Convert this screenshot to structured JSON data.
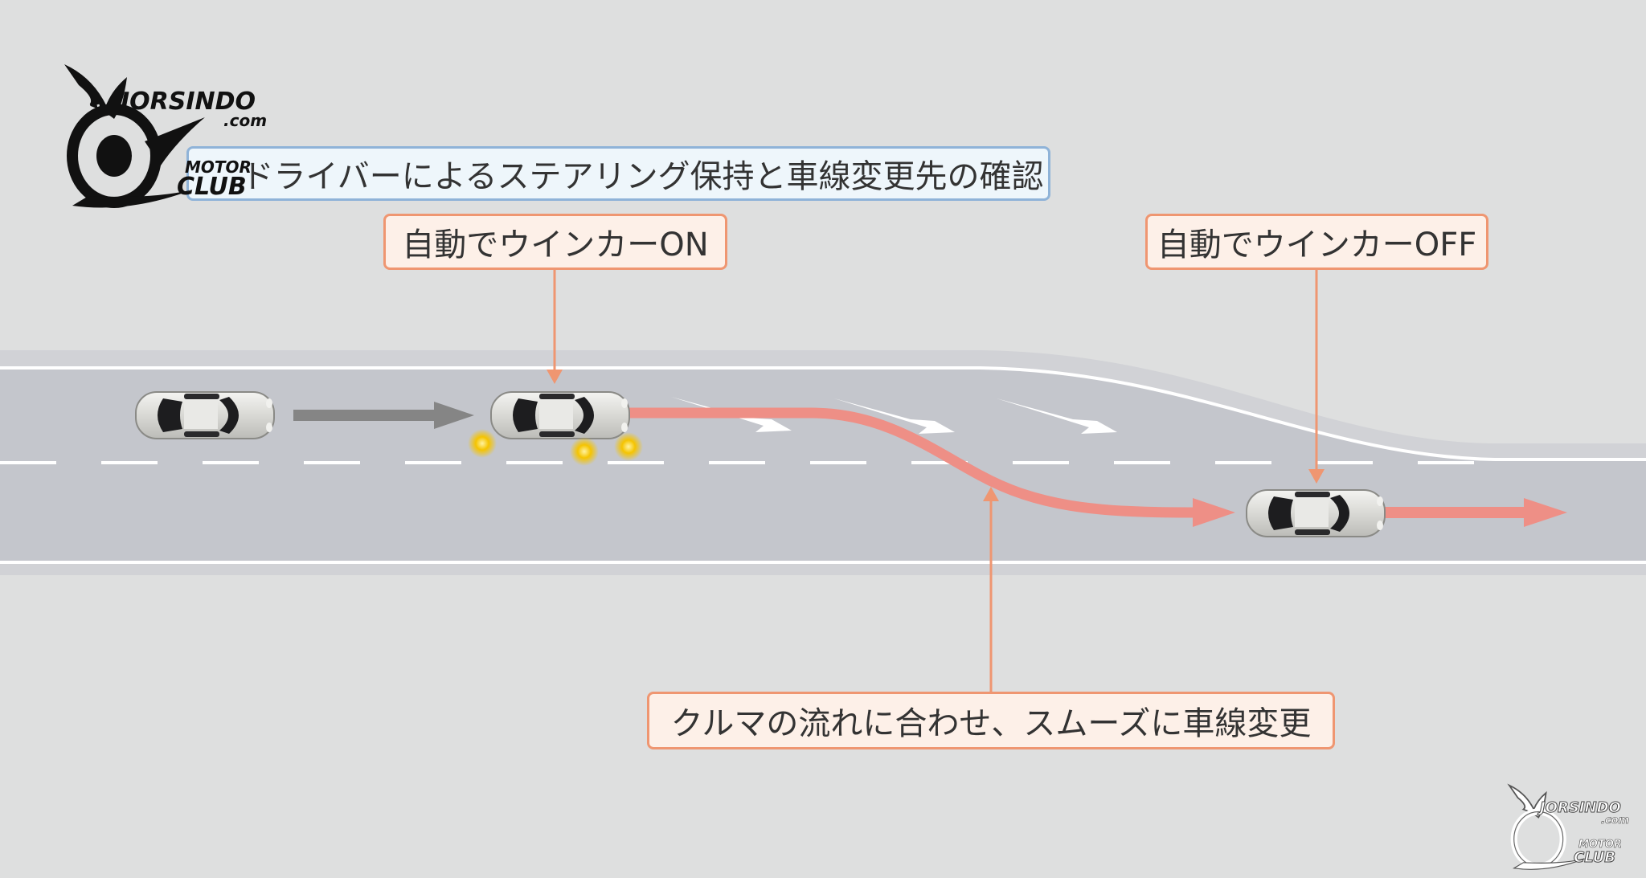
{
  "labels": {
    "driver_check": "ドライバーによるステアリング保持と車線変更先の確認",
    "blinker_on": "自動でウインカーON",
    "blinker_off": "自動でウインカーOFF",
    "smooth_change": "クルマの流れに合わせ、スムーズに車線変更"
  },
  "watermark": {
    "name": "JORSINDO",
    "domain": ".com",
    "motor": "MOTOR",
    "club": "CLUB"
  },
  "colors": {
    "background": "#dedfdf",
    "road": "#c4c6cc",
    "road_shoulder": "#d1d2d6",
    "path": "#ee8f86",
    "callout_border": "#ef9671",
    "info_border": "#8fb3d8",
    "blinker": "#f5c400"
  },
  "icons": [
    "car-icon",
    "blinker-light-icon",
    "lane-arrow-icon",
    "wing-logo-icon"
  ]
}
